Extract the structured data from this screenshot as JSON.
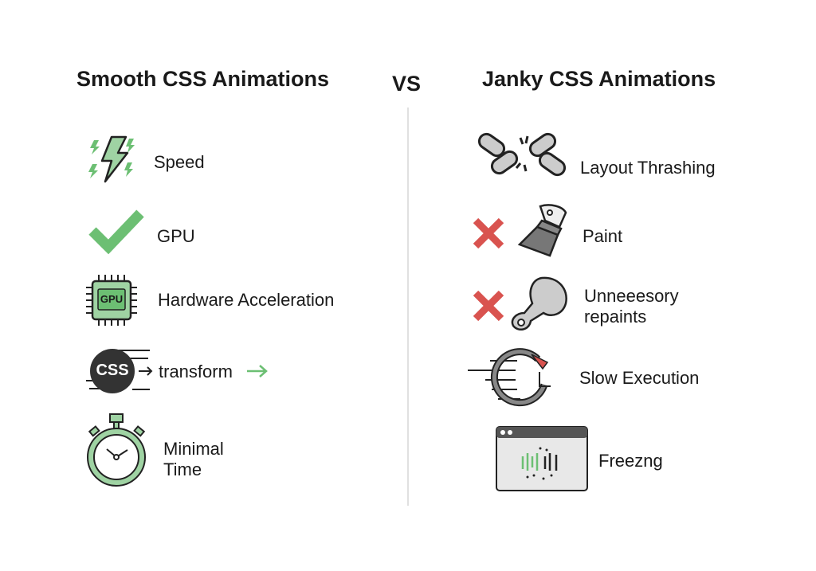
{
  "left": {
    "title": "Smooth CSS Animations",
    "items": [
      {
        "label": "Speed",
        "icon": "lightning-icon"
      },
      {
        "label": "GPU",
        "icon": "checkmark-icon"
      },
      {
        "label": "Hardware Acceleration",
        "icon": "gpu-chip-icon",
        "chip_text": "GPU"
      },
      {
        "label": "transform",
        "icon": "css-badge-icon",
        "badge_text": "CSS"
      },
      {
        "label": "Minimal Time",
        "icon": "stopwatch-icon"
      }
    ]
  },
  "vs": "VS",
  "right": {
    "title": "Janky CSS Animations",
    "items": [
      {
        "label": "Layout Thrashing",
        "icon": "broken-chain-icon"
      },
      {
        "label": "Paint",
        "icon": "paintbrush-icon"
      },
      {
        "label": "Unneeesory repaints",
        "icon": "paint-blob-icon"
      },
      {
        "label": "Slow Execution",
        "icon": "slow-clock-icon"
      },
      {
        "label": "Freezng",
        "icon": "frozen-window-icon"
      }
    ]
  },
  "colors": {
    "green": "#6cbf73",
    "green_light": "#9fd3a3",
    "red": "#d9534f",
    "gray": "#d8d8d8",
    "dark": "#333333"
  }
}
